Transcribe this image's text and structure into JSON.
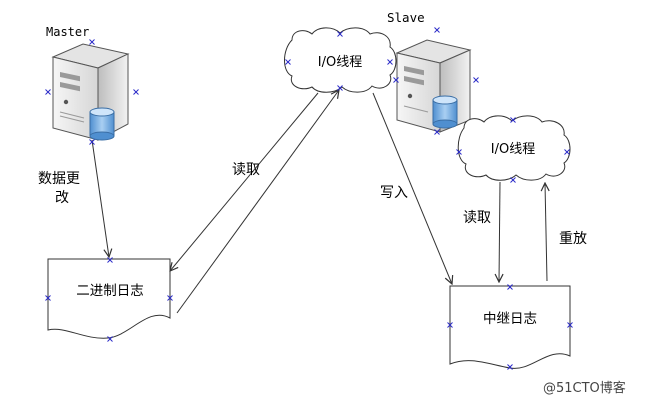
{
  "nodes": {
    "master": {
      "label": "Master",
      "icon": "server-database-icon"
    },
    "slave": {
      "label": "Slave",
      "icon": "server-database-icon"
    },
    "io_thread_master": {
      "label": "I/O线程",
      "shape": "cloud"
    },
    "io_thread_slave": {
      "label": "I/O线程",
      "shape": "cloud"
    },
    "binlog": {
      "label": "二进制日志",
      "shape": "document"
    },
    "relay_log": {
      "label": "中继日志",
      "shape": "document"
    }
  },
  "edges": {
    "data_change": {
      "label_line1": "数据更",
      "label_line2": "改"
    },
    "read_binlog": {
      "label": "读取"
    },
    "write_relay": {
      "label": "写入"
    },
    "read_relay": {
      "label": "读取"
    },
    "replay": {
      "label": "重放"
    }
  },
  "watermark": {
    "text": "@51CTO博客"
  },
  "colors": {
    "stroke": "#333333",
    "handle": "#2a2ac8",
    "server_body": "#eaeaea",
    "db_blue": "#7fb2e3",
    "text": "#000000"
  }
}
